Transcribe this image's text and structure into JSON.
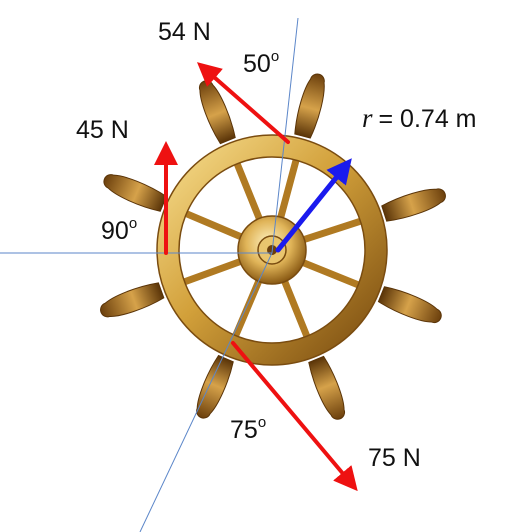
{
  "forces": [
    {
      "magnitude": "54 N",
      "angle_label": "50",
      "angle_unit": "o"
    },
    {
      "magnitude": "45 N",
      "angle_label": "90",
      "angle_unit": "o"
    },
    {
      "magnitude": "75 N",
      "angle_label": "75",
      "angle_unit": "o"
    }
  ],
  "radius": {
    "symbol": "r",
    "value": "= 0.74  m"
  },
  "colors": {
    "force_arrow": "#ee1111",
    "radius_arrow": "#1a1aee",
    "reference_line": "#5b86c9",
    "wheel_gold": "#c9962f"
  }
}
